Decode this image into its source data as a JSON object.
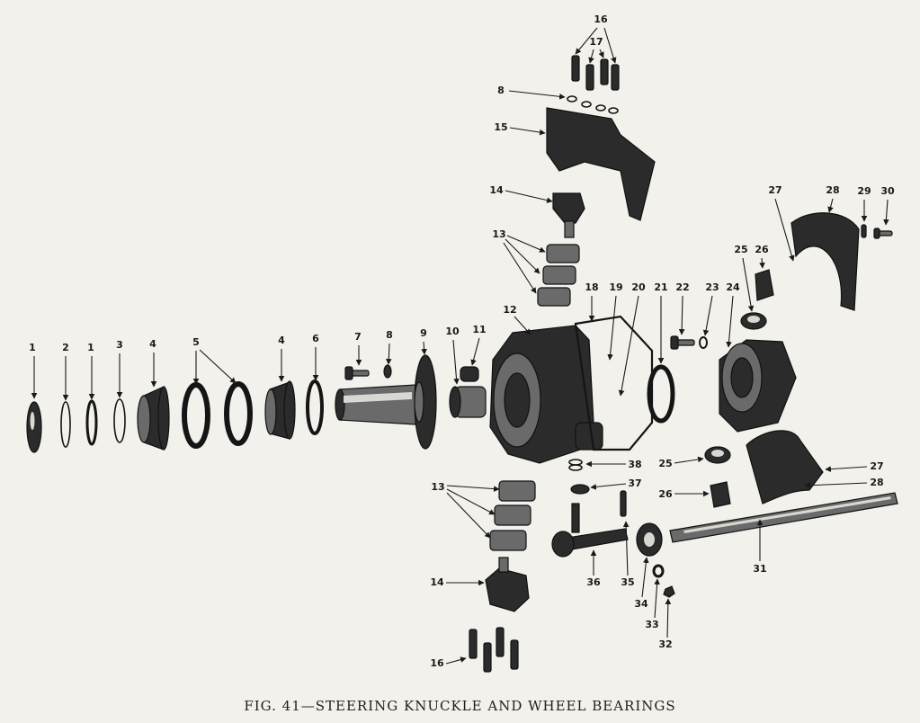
{
  "caption": "FIG. 41—STEERING KNUCKLE AND WHEEL BEARINGS",
  "labels": [
    "1",
    "2",
    "1",
    "3",
    "4",
    "5",
    "4",
    "6",
    "7",
    "8",
    "9",
    "10",
    "11",
    "12",
    "18",
    "19",
    "20",
    "21",
    "22",
    "23",
    "24",
    "25",
    "26",
    "27",
    "28",
    "29",
    "30",
    "13",
    "14",
    "15",
    "8",
    "17",
    "16",
    "38",
    "37",
    "25",
    "27",
    "28",
    "26",
    "13",
    "14",
    "16",
    "36",
    "35",
    "34",
    "33",
    "32",
    "31"
  ]
}
